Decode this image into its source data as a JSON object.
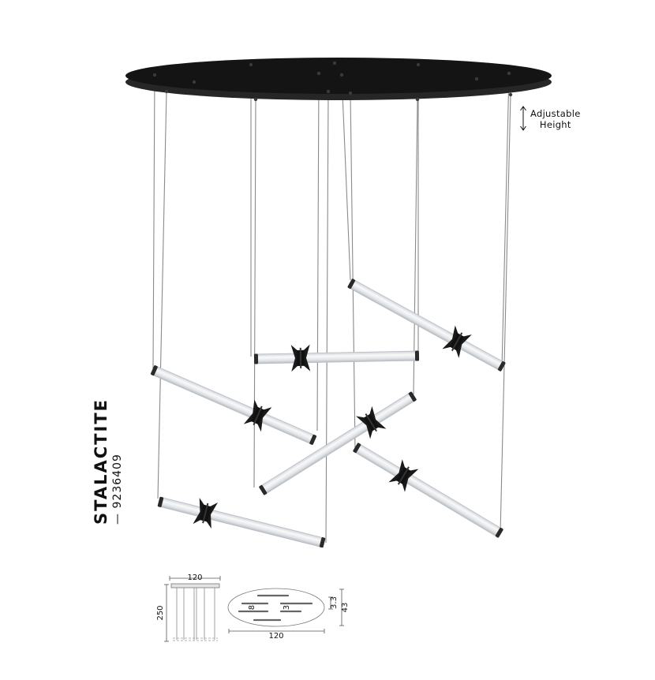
{
  "product": {
    "name": "STALACTITE",
    "code": "— 9236409"
  },
  "annotation": {
    "adjustable_line1": "Adjustable",
    "adjustable_line2": "Height"
  },
  "dimensions": {
    "front_width": "120",
    "front_height": "250",
    "plan_width": "120",
    "plan_depth": "43",
    "plan_small": "3.3",
    "plan_inner_a": "8",
    "plan_inner_b": "3"
  },
  "colors": {
    "canopy": "#141414",
    "tube": "#e9ecef",
    "tube_edge": "#b9bec4",
    "wire": "#8a8a8a",
    "ring": "#1a1a1a"
  }
}
